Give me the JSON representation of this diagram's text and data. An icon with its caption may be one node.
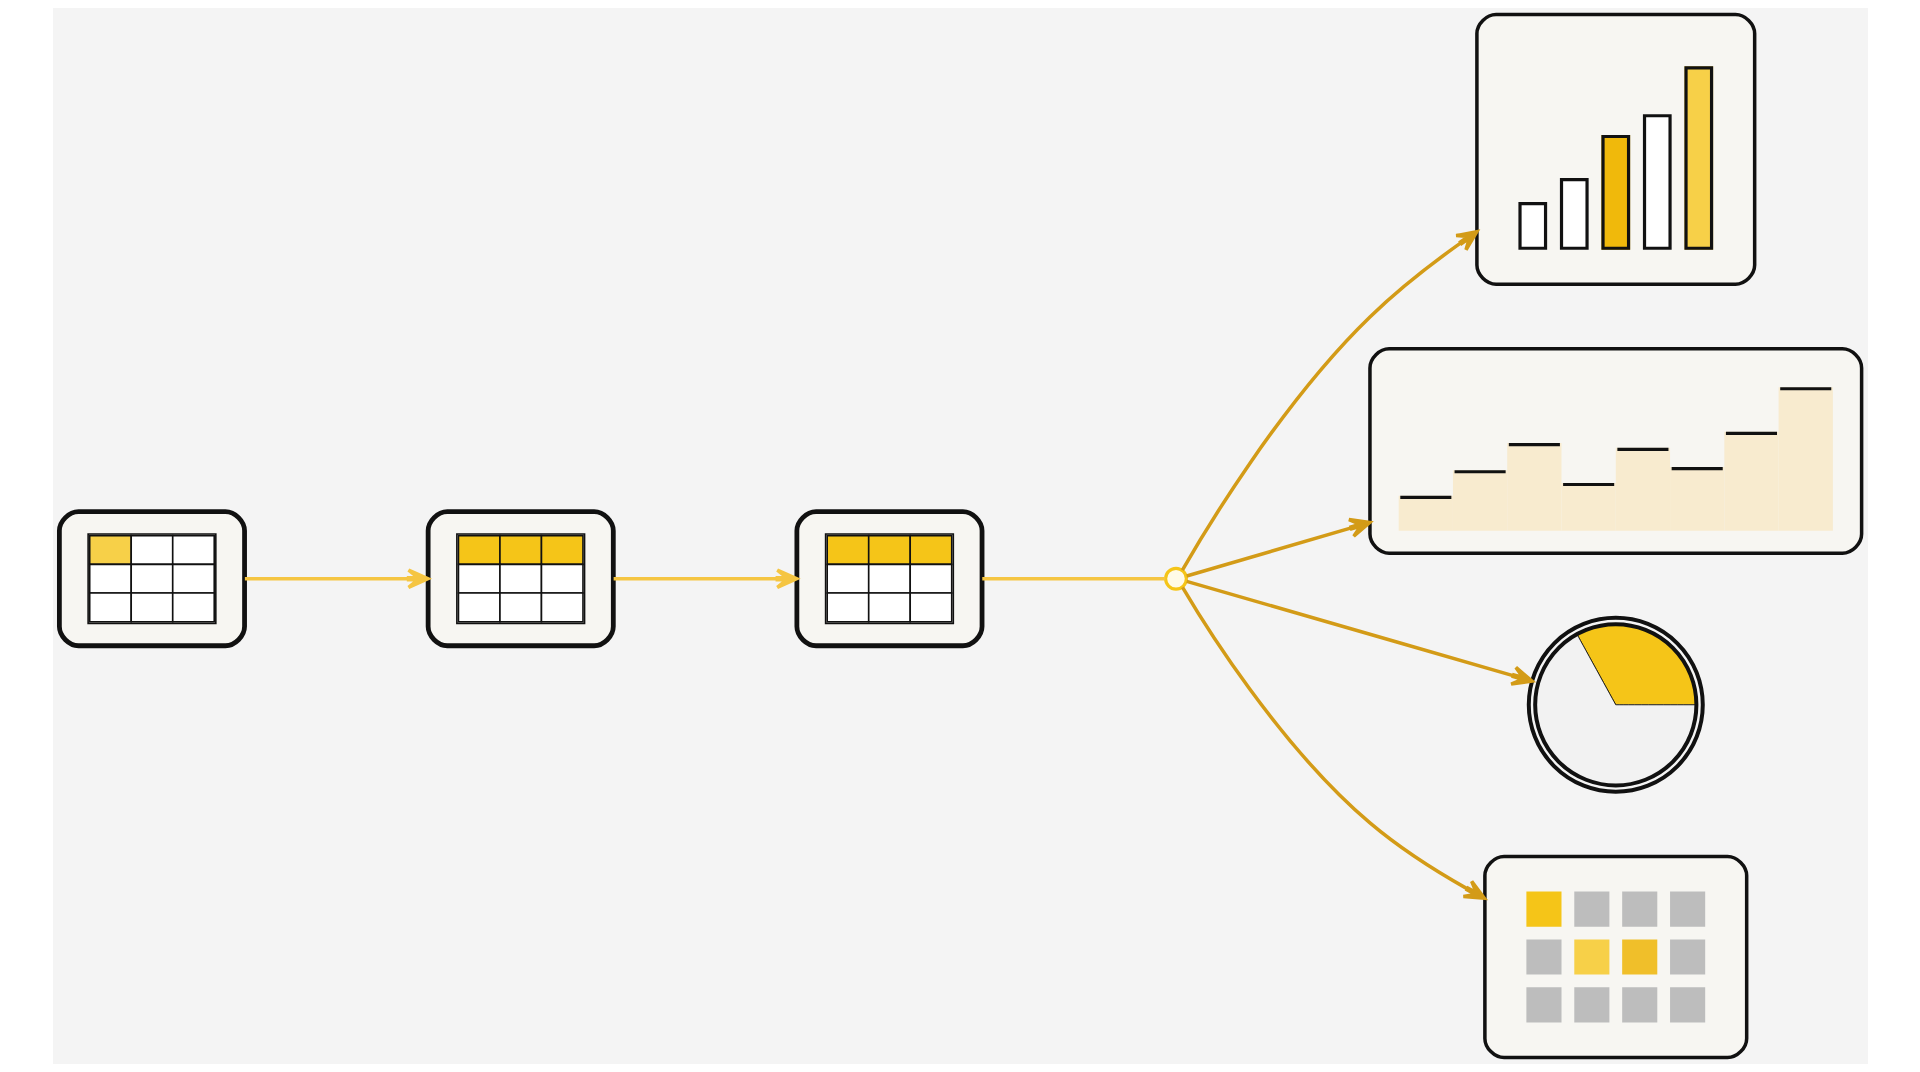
{
  "diagram": {
    "nodes": [
      {
        "text": [],
        "shape": "picture"
      },
      {
        "text": [],
        "shape": "picture"
      },
      {
        "text": [],
        "shape": "picture"
      },
      {
        "text": [],
        "shape": "circle"
      },
      {
        "text": [],
        "shape": "picture"
      },
      {
        "text": [],
        "shape": "picture"
      },
      {
        "text": [],
        "shape": "picture"
      },
      {
        "text": [],
        "shape": "picture"
      }
    ],
    "edges": [
      {
        "from": 0,
        "to": 1,
        "arrow": "to",
        "color": "#f5c542"
      },
      {
        "from": 1,
        "to": 2,
        "arrow": "to",
        "color": "#f5c542"
      },
      {
        "from": 2,
        "to": 3,
        "arrow": "none",
        "color": "#f5c542"
      },
      {
        "from": 3,
        "to": 4,
        "arrow": "to"
      },
      {
        "from": 3,
        "to": 5,
        "arrow": "to"
      },
      {
        "from": 3,
        "to": 6,
        "arrow": "to"
      },
      {
        "from": 3,
        "to": 7,
        "arrow": "to"
      }
    ]
  }
}
